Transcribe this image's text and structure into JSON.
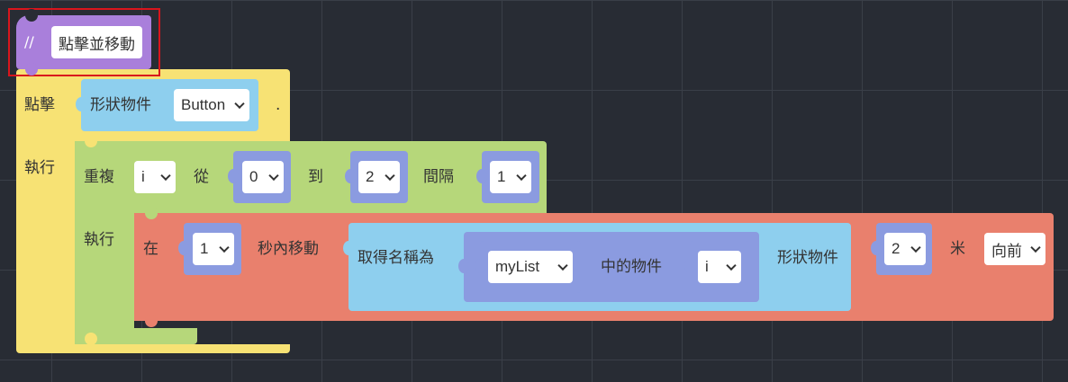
{
  "comment_block": {
    "prefix": "//",
    "text": "點擊並移動"
  },
  "event_block": {
    "label": "點擊",
    "object_label": "形狀物件",
    "object_value": "Button",
    "dot": ".",
    "do_label": "執行"
  },
  "repeat_block": {
    "label": "重複",
    "var": "i",
    "from_label": "從",
    "from_value": "0",
    "to_label": "到",
    "to_value": "2",
    "step_label": "間隔",
    "step_value": "1",
    "do_label": "執行"
  },
  "move_block": {
    "at_label": "在",
    "seconds_value": "1",
    "seconds_label": "秒內移動",
    "get_label": "取得名稱為",
    "list_value": "myList",
    "item_label": "中的物件",
    "index_value": "i",
    "shape_label": "形狀物件",
    "distance_value": "2",
    "unit_label": "米",
    "direction_value": "向前"
  }
}
